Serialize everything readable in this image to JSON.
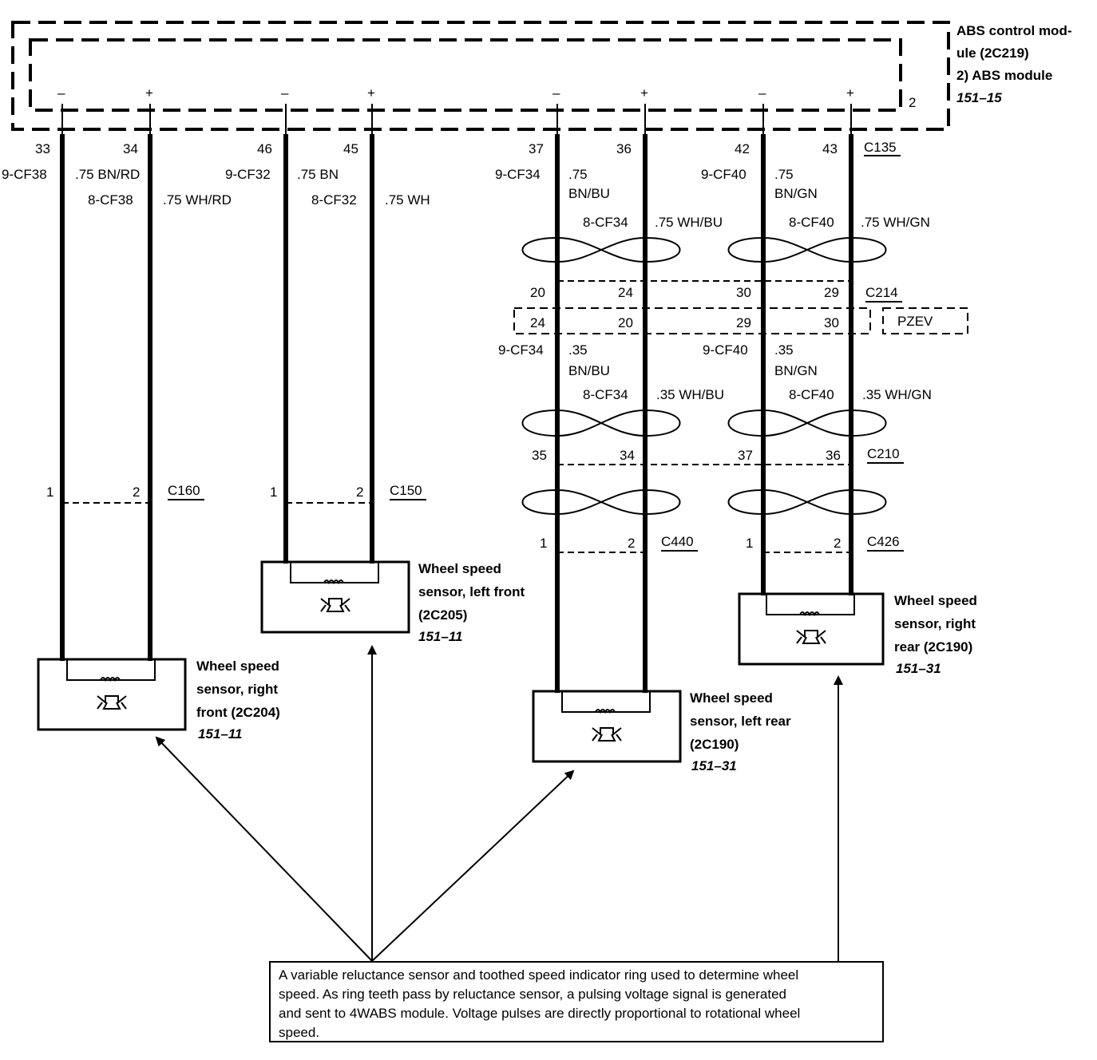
{
  "module": {
    "title_line1": "ABS control mod-",
    "title_line2": "ule (2C219)",
    "title_line3": "2)   ABS module",
    "ref": "151–15",
    "inner_number": "2",
    "pin_minus": "–",
    "pin_plus": "+"
  },
  "connectors": {
    "c135": "C135",
    "c214": "C214",
    "pzev": "PZEV",
    "c210": "C210",
    "c160": "C160",
    "c150": "C150",
    "c440": "C440",
    "c426": "C426"
  },
  "circuits": {
    "rf": {
      "pin_neg": "33",
      "pin_pos": "34",
      "c_neg": "9-CF38",
      "col_neg": ".75 BN/RD",
      "c_pos": "8-CF38",
      "col_pos": ".75 WH/RD",
      "c160_neg": "1",
      "c160_pos": "2"
    },
    "lf": {
      "pin_neg": "46",
      "pin_pos": "45",
      "c_neg": "9-CF32",
      "col_neg": ".75 BN",
      "c_pos": "8-CF32",
      "col_pos": ".75 WH",
      "c150_neg": "1",
      "c150_pos": "2"
    },
    "lr": {
      "pin_neg": "37",
      "pin_pos": "36",
      "c_neg": "9-CF34",
      "col_neg_1": ".75",
      "col_neg_2": "BN/BU",
      "c_pos": "8-CF34",
      "col_pos": ".75 WH/BU",
      "c214_neg": "20",
      "c214_pos": "24",
      "pzev_neg": "24",
      "pzev_pos": "20",
      "c_neg_b": "9-CF34",
      "col_neg_b1": ".35",
      "col_neg_b2": "BN/BU",
      "c_pos_b": "8-CF34",
      "col_pos_b": ".35 WH/BU",
      "c210_neg": "35",
      "c210_pos": "34",
      "c440_neg": "1",
      "c440_pos": "2"
    },
    "rr": {
      "pin_neg": "42",
      "pin_pos": "43",
      "c_neg": "9-CF40",
      "col_neg_1": ".75",
      "col_neg_2": "BN/GN",
      "c_pos": "8-CF40",
      "col_pos": ".75 WH/GN",
      "c214_neg": "30",
      "c214_pos": "29",
      "pzev_neg": "29",
      "pzev_pos": "30",
      "c_neg_b": "9-CF40",
      "col_neg_b1": ".35",
      "col_neg_b2": "BN/GN",
      "c_pos_b": "8-CF40",
      "col_pos_b": ".35 WH/GN",
      "c210_neg": "37",
      "c210_pos": "36",
      "c426_neg": "1",
      "c426_pos": "2"
    }
  },
  "sensors": {
    "rf": {
      "l1": "Wheel speed",
      "l2": "sensor, right",
      "l3": "front (2C204)",
      "ref": "151–11"
    },
    "lf": {
      "l1": "Wheel speed",
      "l2": "sensor, left front",
      "l3": "(2C205)",
      "ref": "151–11"
    },
    "lr": {
      "l1": "Wheel speed",
      "l2": "sensor, left rear",
      "l3": "(2C190)",
      "ref": "151–31"
    },
    "rr": {
      "l1": "Wheel speed",
      "l2": "sensor, right",
      "l3": "rear (2C190)",
      "ref": "151–31"
    }
  },
  "note": {
    "line1": "A variable reluctance sensor and toothed speed indicator ring used to determine wheel",
    "line2": "speed. As ring teeth pass by reluctance sensor, a pulsing voltage signal is generated",
    "line3": "and sent to 4WABS module. Voltage pulses are directly proportional to rotational wheel",
    "line4": "speed."
  }
}
